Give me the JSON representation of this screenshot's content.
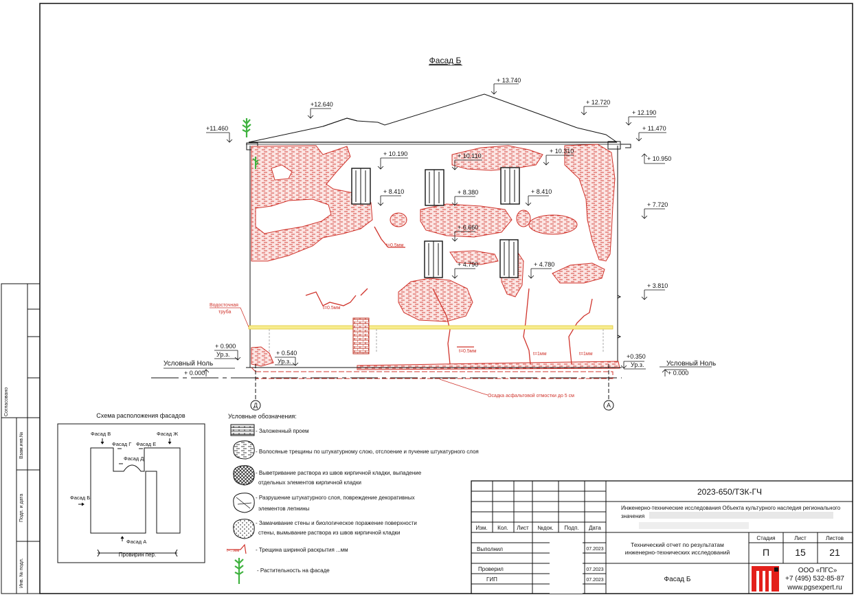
{
  "title": "Фасад Б",
  "side_strip": {
    "soglasovano": "Согласовано",
    "vzam_inv": "Взам.инв.№",
    "podp_data": "Подп. и дата",
    "inv_podl": "Инв. № подл."
  },
  "elevations": {
    "e13740": "+ 13.740",
    "e12640": "+12.640",
    "e12720": "+ 12.720",
    "e12190": "+ 12.190",
    "e11460": "+11.460",
    "e11470": "+ 11.470",
    "e10950": "+ 10.950",
    "e10190": "+ 10.190",
    "e10110": "+ 10.110",
    "e10310": "+ 10.310",
    "e8410a": "+ 8.410",
    "e8380": "+ 8.380",
    "e8410b": "+ 8.410",
    "e7720": "+ 7.720",
    "e6660": "+ 6.660",
    "e4790": "+ 4.790",
    "e4780": "+ 4.780",
    "e3810": "+ 3.810",
    "e0900": "+ 0.900",
    "e0540": "+ 0.540",
    "e0350": "+0.350",
    "e0000a": "+ 0.000",
    "e0000b": "+ 0.000",
    "urz": "Ур.з."
  },
  "annotations": {
    "uslovny_nol": "Условный Ноль",
    "vodostochnaya": "Водосточная",
    "truba": "труба",
    "crack_05a": "t=0.5мм",
    "crack_05b": "t=0.5мм",
    "crack_05c": "t=0.5мм",
    "crack_1a": "t=1мм",
    "crack_1b": "t=1мм",
    "otmostka": "Осадка асфальтовой отмостки до 5 см",
    "axis_d": "Д",
    "axis_a": "А"
  },
  "scheme": {
    "title": "Схема расположения фасадов",
    "fasad_v": "Фасад В",
    "fasad_zh": "Фасад Ж",
    "fasad_g": "Фасад Г",
    "fasad_e": "Фасад Е",
    "fasad_d": "Фасад Д",
    "fasad_b": "Фасад Б",
    "fasad_a": "Фасад А",
    "street": "Провирин пер."
  },
  "legend": {
    "title": "Условные обозначения:",
    "items": [
      "- Заложенный проем",
      "- Волосяные трещины по штукатурному слою, отслоение и пучение штукатурного слоя",
      "- Выветривание раствора из швов кирпичной кладки, выпадение",
      "отдельных элементов кирпичной кладки",
      "- Разрушение штукатурного слоя, повреждение декоративных",
      "элементов лепнины",
      "- Замачивание стены и биологическое поражение поверхности",
      "стены, вымывание раствора из швов кирпичной кладки",
      "- Трещина шириной раскрытия ...мм",
      "- Растительность на фасаде"
    ],
    "crack_symbol": "t=...мм"
  },
  "stamp": {
    "code": "2023-650/ТЗК-ГЧ",
    "project_1": "Инженерно-технические исследования Объекта культурного наследия регионального",
    "project_2": "значения",
    "izm": "Изм.",
    "kol": "Кол.",
    "list": "Лист",
    "ndok": "№док.",
    "podp": "Подп.",
    "data": "Дата",
    "vypolnil": "Выполнил",
    "proveril": "Проверил",
    "gip": "ГИП",
    "date1": "07.2023",
    "date2": "07.2023",
    "date3": "07.2023",
    "doc_1": "Технический отчет по результатам",
    "doc_2": "инженерно-технических исследований",
    "sheet_name": "Фасад Б",
    "stadiya": "Стадия",
    "list_h": "Лист",
    "listov": "Листов",
    "stadiya_v": "П",
    "list_v": "15",
    "listov_v": "21",
    "org": "ООО «ПГС»",
    "phone": "+7 (495) 532-85-87",
    "web": "www.pgsexpert.ru"
  },
  "colors": {
    "damage": "#d0342c",
    "pipe": "#f2e05a",
    "vegetation": "#3fb23f",
    "logo": "#e3201b"
  }
}
